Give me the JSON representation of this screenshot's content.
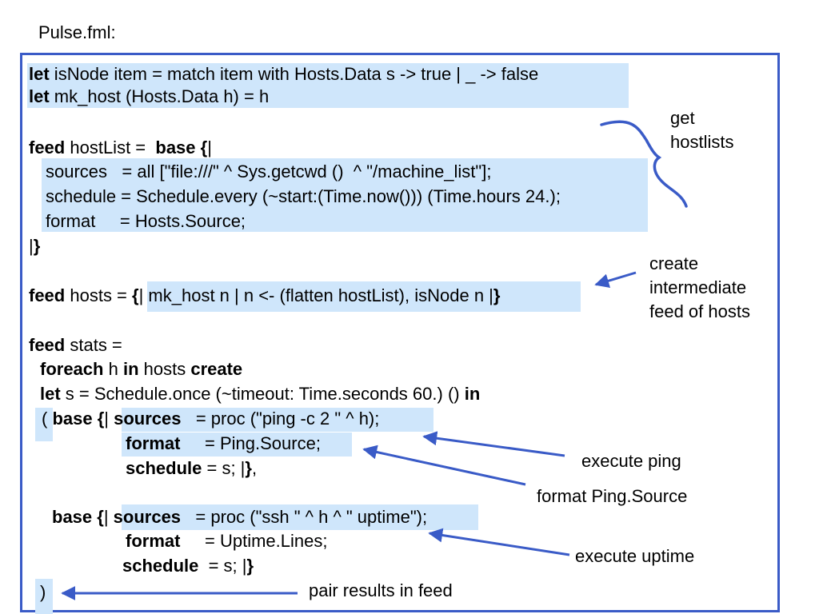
{
  "heading": "Pulse.fml:",
  "code": {
    "l1": {
      "k": "let",
      "t": " isNode item = match item with Hosts.Data s -> true | _ -> false"
    },
    "l2": {
      "k": "let",
      "t": " mk_host (Hosts.Data h) = h"
    },
    "l3": {
      "k1": "feed",
      "t1": " hostList =  ",
      "k2": "base {",
      "t2": "|"
    },
    "l4": "sources   = all [\"file:///\" ^ Sys.getcwd ()  ^ \"/machine_list\"];",
    "l5": "schedule = Schedule.every (~start:(Time.now())) (Time.hours 24.);",
    "l6": "format     = Hosts.Source;",
    "l7": {
      "t": "|",
      "k": "}"
    },
    "l8": {
      "k1": "feed",
      "t1": " hosts = ",
      "k2": "{",
      "t2": "| mk_host n | n <- (flatten hostList), isNode n |",
      "k3": "}"
    },
    "l9": {
      "k": "feed",
      "t": " stats ="
    },
    "l10": {
      "k1": "foreach",
      "t1": " h ",
      "k2": "in",
      "t2": " hosts ",
      "k3": "create"
    },
    "l11": {
      "k1": "let",
      "t1": " s = Schedule.once (~timeout: Time.seconds 60.) () ",
      "k2": "in"
    },
    "l12": {
      "t1": "( ",
      "k1": "base {",
      "t2": "| ",
      "k2": "sources",
      "t3": "   = proc (\"ping -c 2 \" ^ h);"
    },
    "l13": {
      "k": "format",
      "t": "     = Ping.Source;"
    },
    "l14": {
      "k1": "schedule",
      "t1": " = s; |",
      "k2": "}",
      "t2": ","
    },
    "l15": {
      "k1": "base {",
      "t1": "| ",
      "k2": "sources",
      "t2": "   = proc (\"ssh \" ^ h ^ \" uptime\");"
    },
    "l16": {
      "k": "format",
      "t": "     = Uptime.Lines;"
    },
    "l17": {
      "k1": "schedule",
      "t1": "  = s; |",
      "k2": "}"
    },
    "l18": ")"
  },
  "annotations": {
    "get_hostlists": "get\nhostlists",
    "create_feed": "create\nintermediate\nfeed of hosts",
    "execute_ping": "execute ping",
    "format_ping": "format Ping.Source",
    "execute_uptime": "execute uptime",
    "pair_results": "pair results in feed"
  },
  "colors": {
    "accent": "#3a5bc7",
    "highlight": "#cfe6fb"
  }
}
